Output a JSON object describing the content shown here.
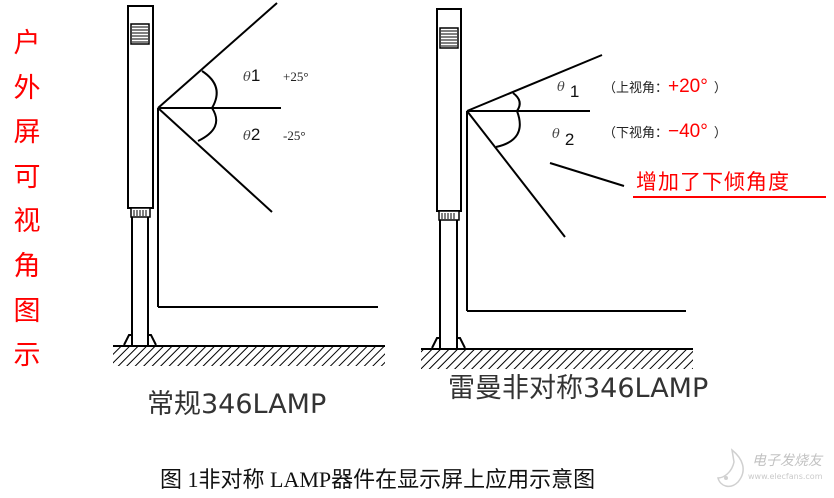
{
  "side_title": {
    "chars": [
      "户",
      "外",
      "屏",
      "可",
      "视",
      "角",
      "图",
      "示"
    ],
    "color": "#ff0000"
  },
  "left_diagram": {
    "theta1": {
      "symbol": "θ",
      "index": "1",
      "value": "+25°"
    },
    "theta2": {
      "symbol": "θ",
      "index": "2",
      "value": "-25°"
    },
    "caption": "常规346LAMP"
  },
  "right_diagram": {
    "theta1": {
      "symbol": "θ",
      "index": "1",
      "label_prefix": "（上视角：",
      "value": "+20°",
      "label_suffix": "）"
    },
    "theta2": {
      "symbol": "θ",
      "index": "2",
      "label_prefix": "（下视角：",
      "value": "−40°",
      "label_suffix": "）"
    },
    "annotation": "增加了下倾角度",
    "caption": "雷曼非对称346LAMP"
  },
  "figure_caption": "图 1非对称 LAMP器件在显示屏上应用示意图",
  "watermark": {
    "name": "电子发烧友",
    "url": "www.elecfans.com"
  },
  "colors": {
    "accent_red": "#ff0000",
    "line": "#000000"
  }
}
